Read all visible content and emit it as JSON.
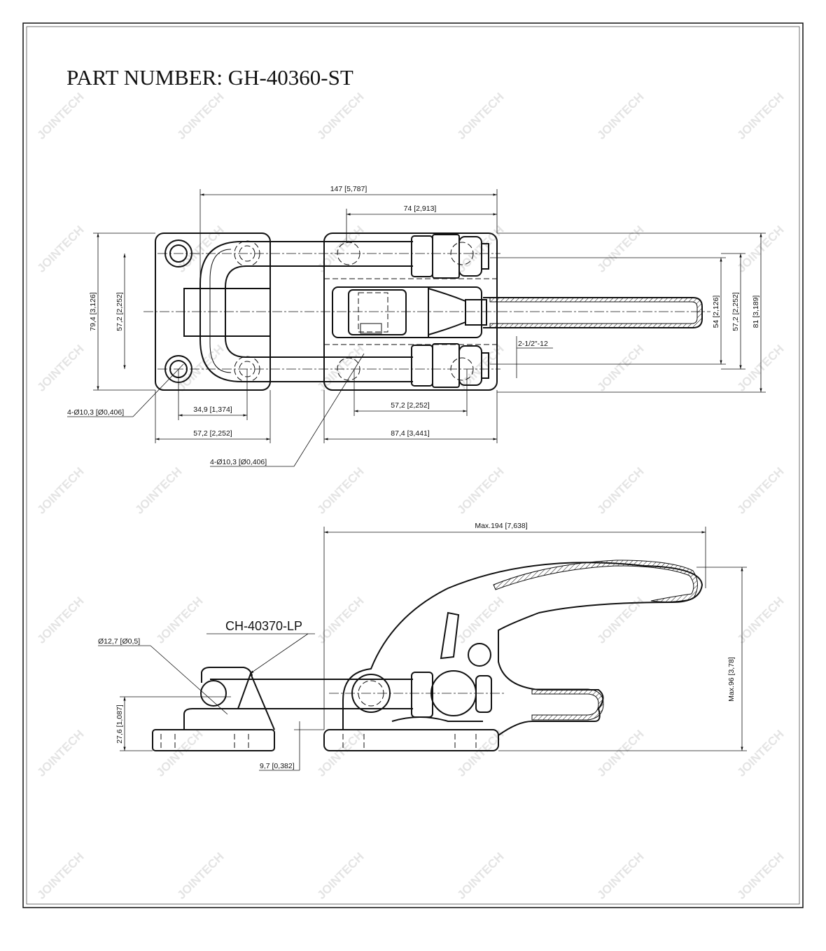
{
  "title": "PART NUMBER:  GH-40360-ST",
  "watermark": "JOINTECH",
  "top_view": {
    "dims": {
      "overall_length": "147 [5,787]",
      "nut_span": "74 [2,913]",
      "height_left": "79,4 [3,126]",
      "hole_spacing_left_v": "57,2 [2,252]",
      "hole_spacing_left_h": "34,9 [1,374]",
      "plate_width_left": "57,2 [2,252]",
      "hole_spacing_right_h": "57,2 [2,252]",
      "base_length_right": "87,4 [3,441]",
      "right_54": "54 [2,126]",
      "right_57": "57,2 [2,252]",
      "right_81": "81 [3,189]",
      "thread": "2-1/2\"-12"
    },
    "hole_callout_left": "4-Ø10,3 [Ø0,406]",
    "hole_callout_right": "4-Ø10,3 [Ø0,406]"
  },
  "side_view": {
    "dims": {
      "max_length": "Max.194 [7,638]",
      "max_height": "Max.96 [3,78]",
      "pin_height": "27,6 [1,087]",
      "base_thickness": "9,7 [0,382]",
      "pin_diameter": "Ø12,7 [Ø0,5]"
    },
    "latch_part": "CH-40370-LP"
  }
}
